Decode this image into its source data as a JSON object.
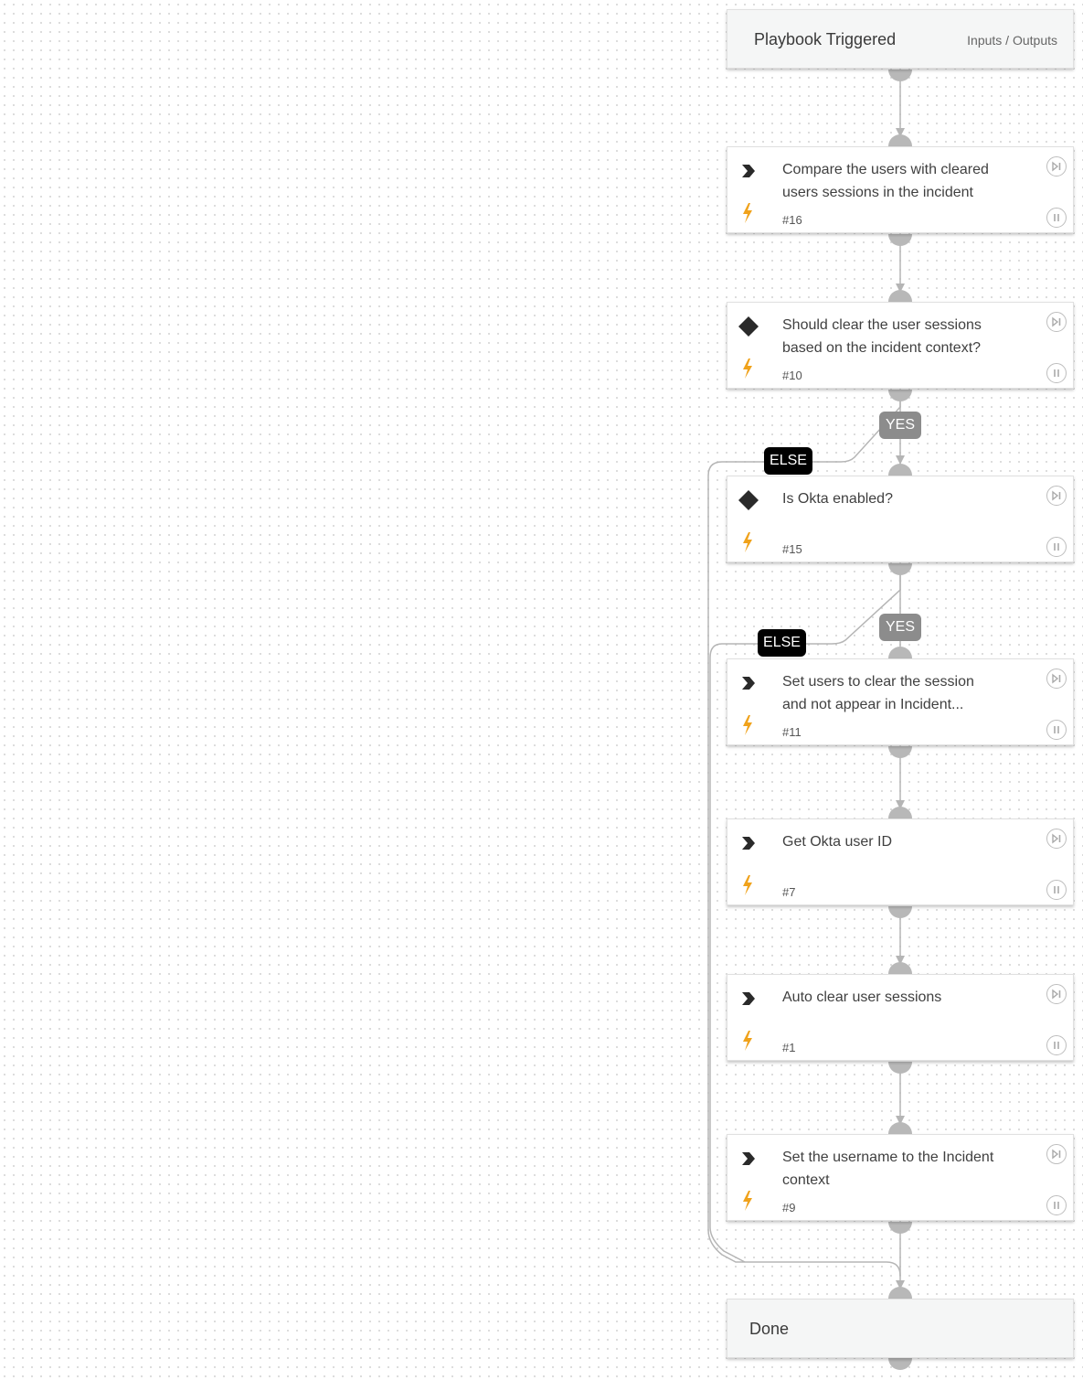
{
  "trigger": {
    "title": "Playbook Triggered",
    "io_link": "Inputs / Outputs"
  },
  "tasks": [
    {
      "title": "Compare the users with cleared users sessions in the incident",
      "number": "#16",
      "kind": "action"
    },
    {
      "title": "Should clear the user sessions based on the incident context?",
      "number": "#10",
      "kind": "condition"
    },
    {
      "title": "Is Okta enabled?",
      "number": "#15",
      "kind": "condition"
    },
    {
      "title": "Set users to clear the session and not appear in Incident...",
      "number": "#11",
      "kind": "action"
    },
    {
      "title": "Get Okta user ID",
      "number": "#7",
      "kind": "action"
    },
    {
      "title": "Auto clear user sessions",
      "number": "#1",
      "kind": "action"
    },
    {
      "title": "Set the username to the Incident context",
      "number": "#9",
      "kind": "action"
    }
  ],
  "branches": {
    "yes_1": "YES",
    "else_1": "ELSE",
    "yes_2": "YES",
    "else_2": "ELSE"
  },
  "done": {
    "title": "Done"
  },
  "colors": {
    "connector": "#b5b5b5",
    "bolt": "#f0a21b",
    "yes_badge": "#8c8c8c",
    "else_badge": "#000000"
  },
  "icons": {
    "action": "chevron-right-icon",
    "condition": "diamond-icon",
    "trigger": "lightning-bolt-icon",
    "skip": "skip-icon",
    "pause": "pause-icon"
  }
}
